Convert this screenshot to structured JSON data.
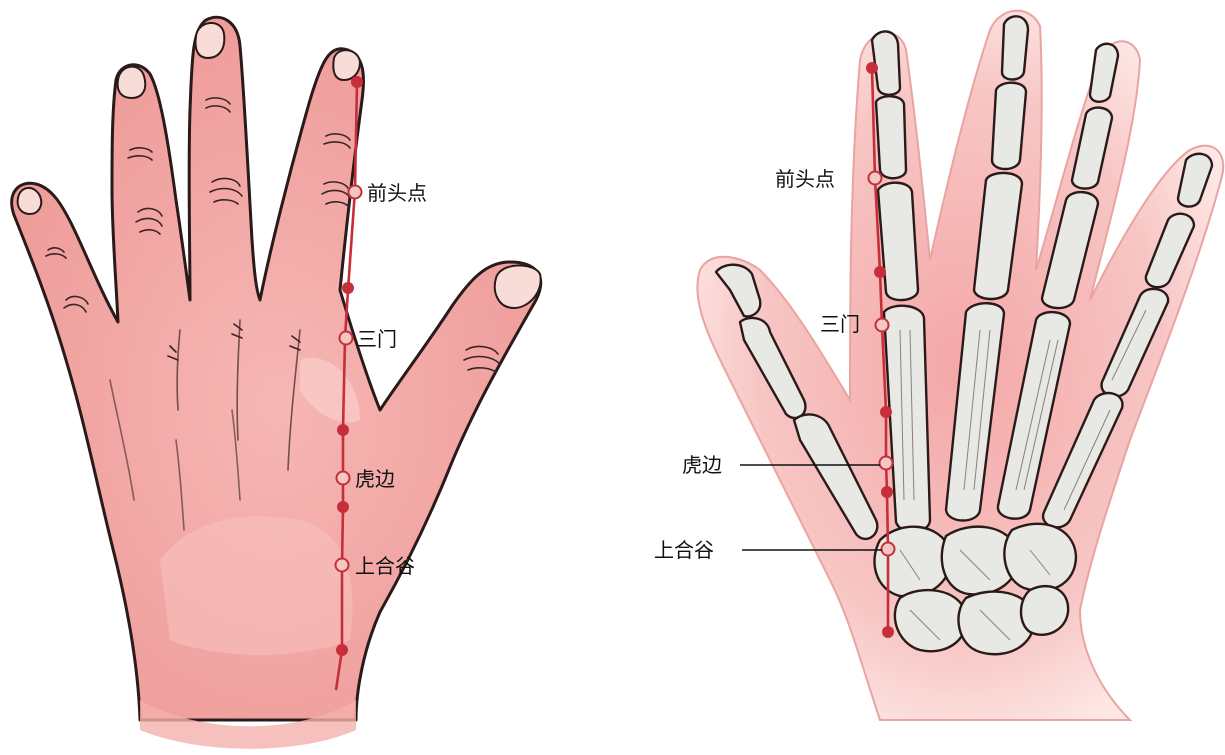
{
  "points": {
    "qiantoudian": "前头点",
    "sanmen": "三门",
    "hubian": "虎边",
    "shanghegu": "上合谷"
  },
  "colors": {
    "skin": "#f2a6a6",
    "skin_light": "#f7c4c2",
    "skin_edge": "#e58b8b",
    "outline": "#2a1a1a",
    "meridian": "#c62f3a",
    "bone": "#e8e8e4",
    "bone_shadow": "#bdbdb8"
  }
}
